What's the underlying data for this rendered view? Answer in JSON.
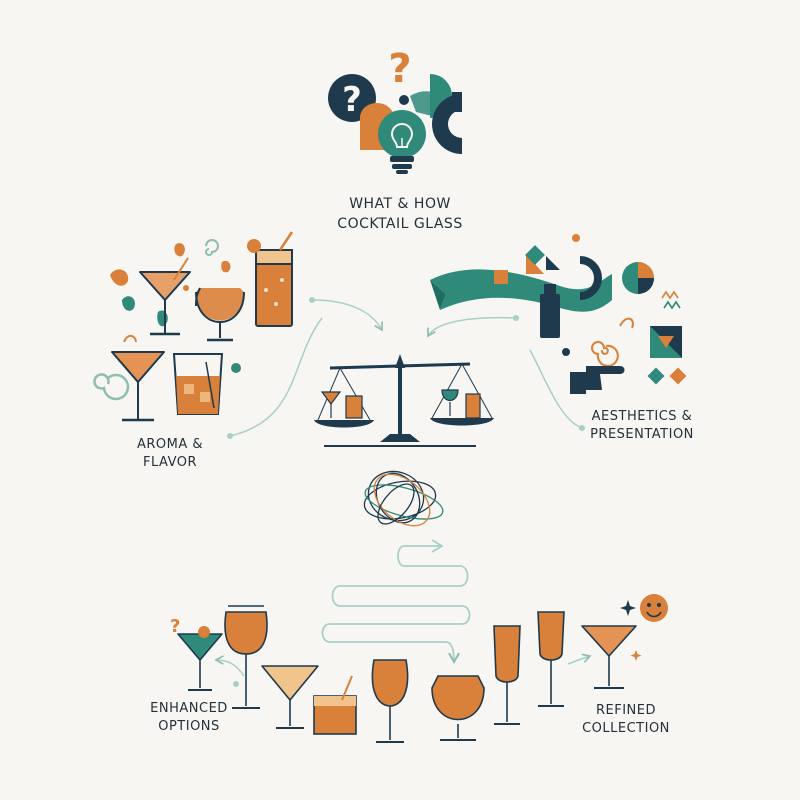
{
  "title": {
    "line1": "WHAT & HOW",
    "line2": "COCKTAIL GLASS"
  },
  "left_theme": {
    "line1": "AROMA &",
    "line2": "FLAVOR"
  },
  "right_theme": {
    "line1": "AESTHETICS &",
    "line2": "PRESENTATION"
  },
  "bottom_left": {
    "line1": "ENHANCED",
    "line2": "OPTIONS"
  },
  "bottom_right": {
    "line1": "REFINED",
    "line2": "COLLECTION"
  },
  "icons": {
    "top": [
      "question-mark-icon",
      "lightbulb-icon"
    ],
    "center": [
      "balance-scale-icon",
      "tangled-thread-icon",
      "path-arrow-icon"
    ],
    "left": [
      "martini-glass-icon",
      "wine-glass-icon",
      "tall-glass-icon",
      "rocks-glass-icon",
      "swirl-icon"
    ],
    "right": [
      "ribbon-icon",
      "shaker-icon",
      "hand-icon",
      "geometric-shapes-icon",
      "swirl-icon"
    ],
    "bottom": [
      "cocktail-glass-icon",
      "smiley-icon",
      "sparkle-icon"
    ]
  },
  "colors": {
    "navy": "#1f3a4d",
    "teal": "#2f8a7a",
    "orange": "#d9813a",
    "amber": "#c9783a",
    "light_teal": "#a9cfc6",
    "background": "#f7f6f3"
  }
}
